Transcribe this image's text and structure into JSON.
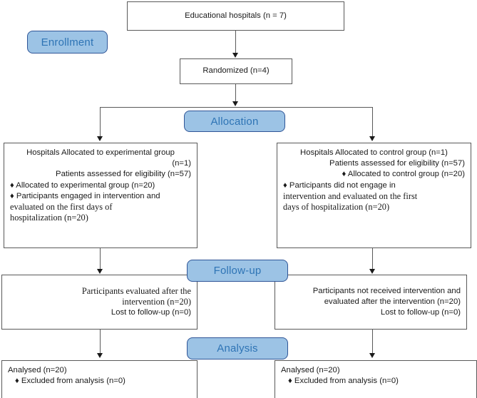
{
  "diagram": {
    "title": "CONSORT participant flow diagram",
    "accent_blue_fill": "#9CC3E5",
    "accent_blue_border": "#2F5597",
    "accent_blue_text": "#2E74B5",
    "box_border": "#595959",
    "bullet_glyph": "♦"
  },
  "stages": {
    "enrollment": "Enrollment",
    "allocation": "Allocation",
    "followup": "Follow-up",
    "analysis": "Analysis"
  },
  "enrollment": {
    "source_box": "Educational hospitals (n = 7)",
    "randomized_box": "Randomized (n=4)"
  },
  "allocation": {
    "experimental": {
      "line1": "Hospitals Allocated to experimental group",
      "line2": "(n=1)",
      "line3": "Patients assessed for eligibility (n=57)",
      "line4": "♦ Allocated to experimental group (n=20)",
      "line5": "♦ Participants engaged in intervention and",
      "line6": "evaluated on the first days of",
      "line7": "hospitalization (n=20)"
    },
    "control": {
      "line1": "Hospitals Allocated to control group (n=1)",
      "line2": "Patients assessed for eligibility (n=57)",
      "line3": "♦ Allocated to control group (n=20)",
      "line4": "♦ Participants did not engage in",
      "line5": "intervention and evaluated on the first",
      "line6": "days of hospitalization (n=20)"
    }
  },
  "followup": {
    "experimental": {
      "line1": "Participants evaluated after the",
      "line2": "intervention (n=20)",
      "line3": "Lost to follow-up (n=0)"
    },
    "control": {
      "line1": "Participants not received intervention and",
      "line2": "evaluated after the intervention (n=20)",
      "line3": "Lost to follow-up (n=0)"
    }
  },
  "analysis": {
    "experimental": {
      "line1": "Analysed (n=20)",
      "line2": "♦ Excluded from analysis (n=0)"
    },
    "control": {
      "line1": "Analysed (n=20)",
      "line2": "♦ Excluded from analysis (n=0)"
    }
  }
}
